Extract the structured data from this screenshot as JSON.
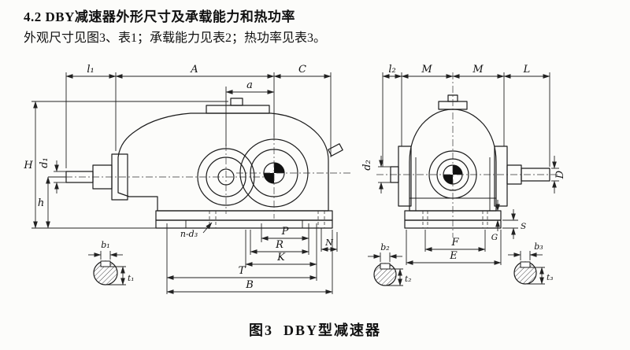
{
  "page": {
    "background": "#fcfcfa",
    "ink": "#1a1a1a"
  },
  "document": {
    "heading": "4.2 DBY减速器外形尺寸及承载能力和热功率",
    "body_line": "外观尺寸见图3、表1；承载能力见表2；热功率见表3。",
    "figure_caption": "图3  DBY型减速器"
  },
  "figure": {
    "labels": {
      "l1": "l₁",
      "A": "A",
      "a": "a",
      "C": "C",
      "H": "H",
      "d1": "d₁",
      "h": "h",
      "n_d3": "n-d₃",
      "P": "P",
      "N": "N",
      "R": "R",
      "K": "K",
      "T": "T",
      "B": "B",
      "b1": "b₁",
      "t1": "t₁",
      "l2": "l₂",
      "M": "M",
      "L": "L",
      "d2": "d₂",
      "D": "D",
      "S": "S",
      "G": "G",
      "F": "F",
      "E": "E",
      "b2": "b₂",
      "t2": "t₂",
      "b3": "b₃",
      "t3": "t₃"
    }
  }
}
